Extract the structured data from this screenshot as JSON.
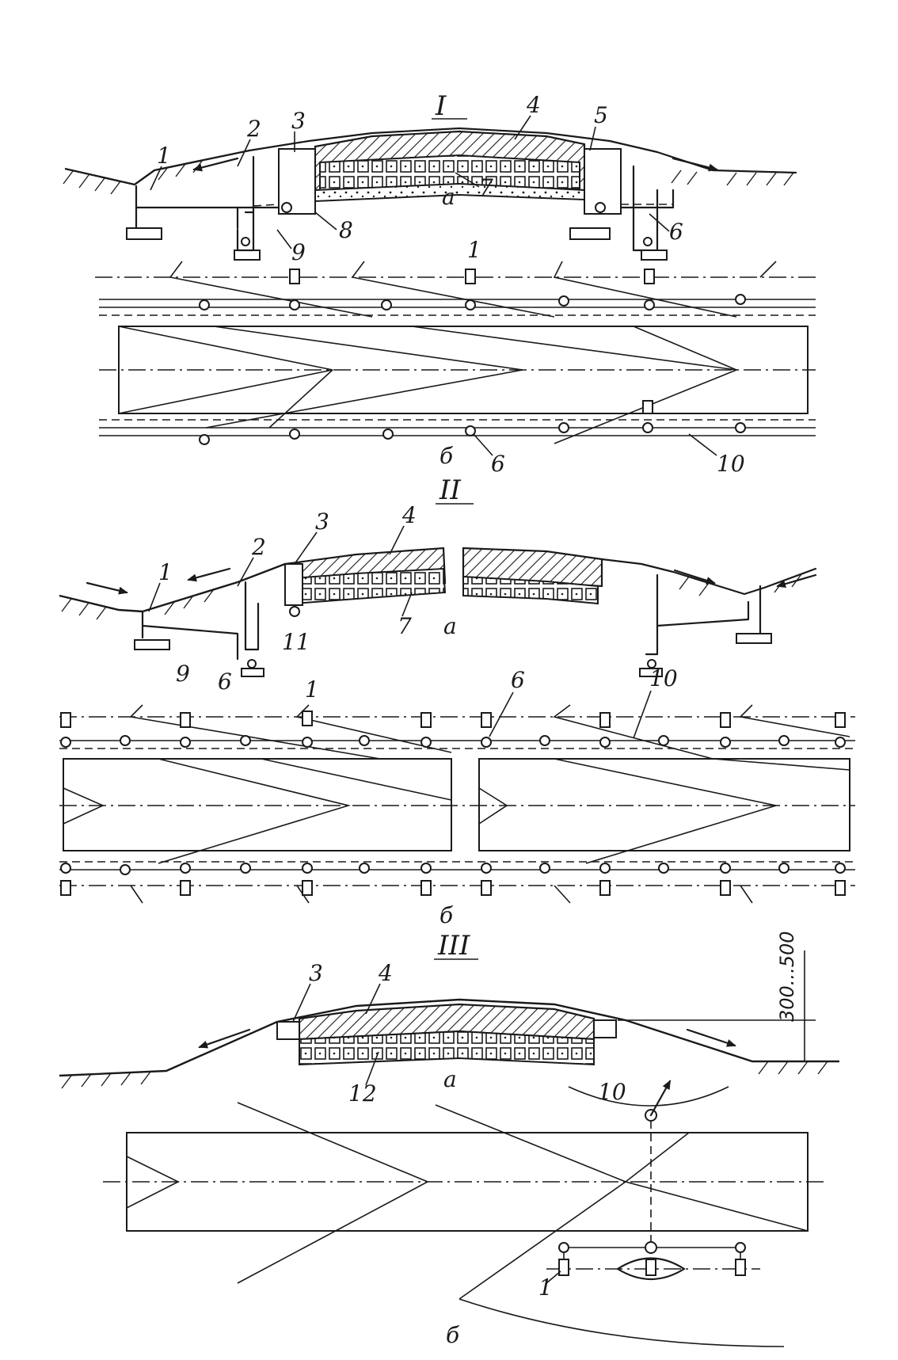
{
  "figure": {
    "panel_1": {
      "title": "I",
      "view_a": "а",
      "view_b": "б",
      "labels": [
        "1",
        "2",
        "3",
        "4",
        "5",
        "6",
        "7",
        "8",
        "9",
        "1",
        "6",
        "10"
      ]
    },
    "panel_2": {
      "title": "II",
      "view_a": "а",
      "view_b": "б",
      "labels": [
        "1",
        "2",
        "3",
        "4",
        "7",
        "11",
        "9",
        "6",
        "1",
        "6",
        "10"
      ]
    },
    "panel_3": {
      "title": "III",
      "view_a": "а",
      "view_b": "б",
      "dimension": "300...500",
      "labels": [
        "3",
        "4",
        "12",
        "10",
        "1"
      ]
    }
  }
}
